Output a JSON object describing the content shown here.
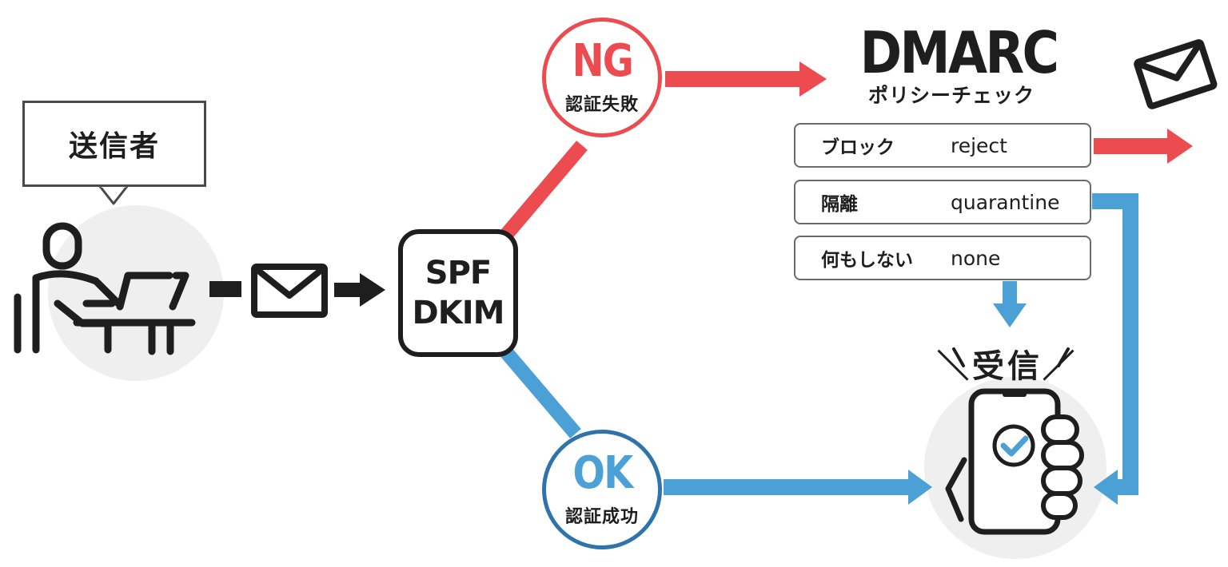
{
  "sender": {
    "label": "送信者"
  },
  "auth": {
    "line1": "SPF",
    "line2": "DKIM"
  },
  "ng": {
    "big": "NG",
    "small": "認証失敗"
  },
  "ok": {
    "big": "OK",
    "small": "認証成功"
  },
  "dmarc": {
    "title": "DMARC",
    "subtitle": "ポリシーチェック",
    "policies": [
      {
        "jp": "ブロック",
        "en": "reject"
      },
      {
        "jp": "隔離",
        "en": "quarantine"
      },
      {
        "jp": "何もしない",
        "en": "none"
      }
    ]
  },
  "receive": {
    "label": "＼受信／"
  },
  "colors": {
    "ng_red": "#ec4b50",
    "ok_blue": "#4ba0d6",
    "ok_border": "#2e73ac",
    "dark": "#1e1e1e",
    "circle_bg": "#efefef"
  }
}
